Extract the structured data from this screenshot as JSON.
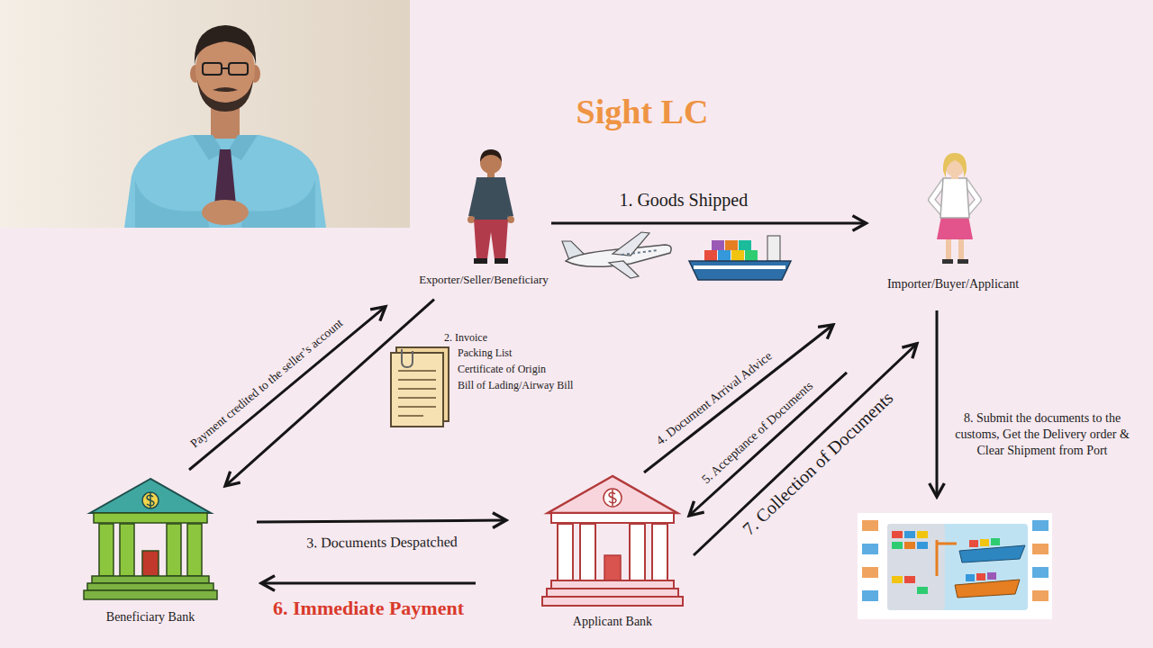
{
  "diagram": {
    "title": "Sight LC",
    "nodes": [
      {
        "text": [
          "Exporter/Seller/Beneficiary"
        ]
      },
      {
        "text": [
          "Importer/Buyer/Applicant"
        ]
      },
      {
        "text": [
          "Beneficiary Bank"
        ]
      },
      {
        "text": [
          "Applicant Bank"
        ]
      }
    ],
    "edges": [
      {
        "from": 0,
        "to": 1,
        "label": "1. Goods Shipped",
        "arrow": "to"
      },
      {
        "from": 0,
        "to": 2,
        "arrow": "to"
      },
      {
        "from": 2,
        "to": 0,
        "label": "Payment credited to the seller’s account",
        "arrow": "to"
      },
      {
        "from": 2,
        "to": 3,
        "label": "3. Documents Despatched",
        "arrow": "to"
      },
      {
        "from": 3,
        "to": 2,
        "label": "6. Immediate Payment",
        "arrow": "to"
      },
      {
        "from": 3,
        "to": 1,
        "label": "4. Document Arrival Advice",
        "arrow": "to"
      },
      {
        "from": 1,
        "to": 3,
        "label": "5. Acceptance of Documents",
        "arrow": "to"
      },
      {
        "from": 3,
        "to": 1,
        "label": "7. Collection of Documents",
        "arrow": "to"
      }
    ],
    "labels": [
      "2. Invoice",
      "Packing List",
      "Certificate of Origin",
      "Bill of Lading/Airway Bill",
      "8. Submit the documents to the customs, Get the Delivery order & Clear Shipment from Port"
    ]
  }
}
